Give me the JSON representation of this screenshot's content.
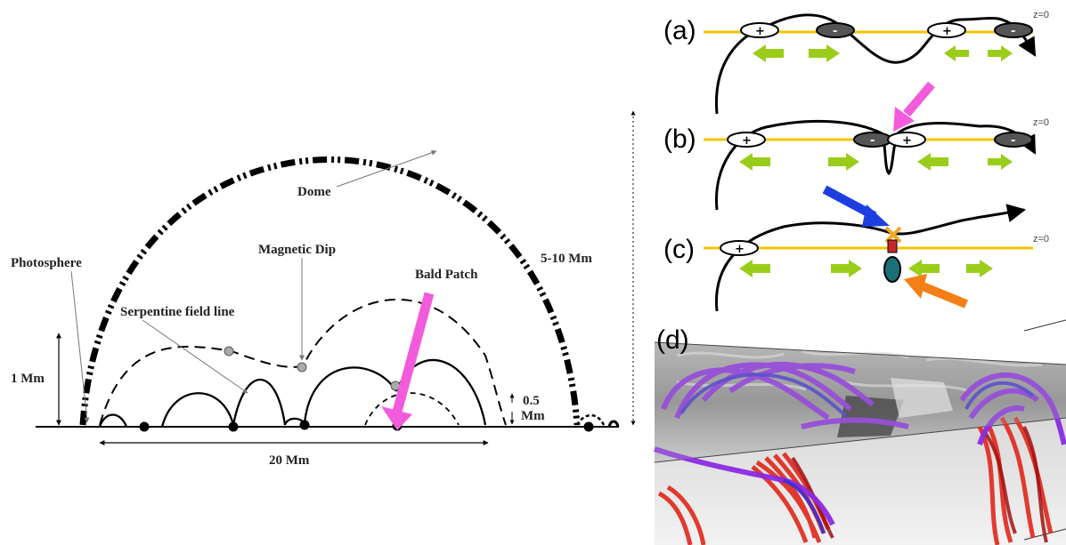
{
  "left_diagram": {
    "labels": {
      "dome": "Dome",
      "magnetic_dip": "Magnetic Dip",
      "photosphere": "Photosphere",
      "bald_patch": "Bald Patch",
      "height_range": "5-10 Mm",
      "serpentine": "Serpentine field line",
      "one_mm": "1 Mm",
      "half_mm_value": "0.5",
      "half_mm_unit": "Mm",
      "width": "20 Mm"
    }
  },
  "right_panels": {
    "a": {
      "label": "(a)",
      "z_label": "z=0"
    },
    "b": {
      "label": "(b)",
      "z_label": "z=0"
    },
    "c": {
      "label": "(c)",
      "z_label": "z=0"
    },
    "d": {
      "label": "(d)"
    },
    "polarity": {
      "plus": "+",
      "minus": "-"
    }
  },
  "colors": {
    "photosphere_line": "#f5c400",
    "flow_arrow": "#9acd1a",
    "pink_arrow": "#f25cdc",
    "blue_arrow": "#1e3fe0",
    "orange_arrow": "#f57f17",
    "flux_purple": "#8a2be2",
    "flux_red": "#e0261a"
  }
}
